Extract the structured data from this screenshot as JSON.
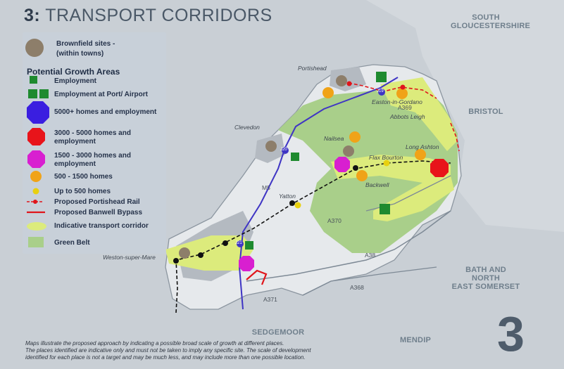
{
  "title": {
    "number": "3:",
    "text": "TRANSPORT CORRIDORS"
  },
  "regions": {
    "south_glos_1": "SOUTH",
    "south_glos_2": "GLOUCESTERSHIRE",
    "bristol": "BRISTOL",
    "banes_1": "BATH AND NORTH",
    "banes_2": "EAST SOMERSET",
    "sedgemoor": "SEDGEMOOR",
    "mendip": "MENDIP"
  },
  "places": {
    "portishead": "Portishead",
    "easton": "Easton-in-Gordano",
    "abbots_leigh": "Abbots Leigh",
    "clevedon": "Clevedon",
    "nailsea": "Nailsea",
    "flax_bourton": "Flax Bourton",
    "long_ashton": "Long Ashton",
    "backwell": "Backwell",
    "yatton": "Yatton",
    "weston": "Weston-super-Mare"
  },
  "roads": {
    "m5": "M5",
    "a369": "A369",
    "a370": "A370",
    "a38": "A38",
    "a368": "A368",
    "a371": "A371",
    "j19": "J19",
    "j20": "J20",
    "j21": "J21"
  },
  "legend": {
    "brownfield_1": "Brownfield sites -",
    "brownfield_2": "(within towns)",
    "growth_heading": "Potential Growth Areas",
    "employment": "Employment",
    "employment_port": "Employment at Port/ Airport",
    "homes_5000": "5000+ homes and employment",
    "homes_3000_1": "3000 - 5000 homes and",
    "homes_3000_2": "employment",
    "homes_1500_1": "1500 - 3000 homes and",
    "homes_1500_2": "employment",
    "homes_500": "500 - 1500 homes",
    "homes_up_500": "Up to 500 homes",
    "rail": "Proposed Portishead Rail",
    "bypass": "Proposed Banwell Bypass",
    "corridor": "Indicative transport corridor",
    "green_belt": "Green Belt"
  },
  "big_number": "3",
  "footer": {
    "line1": "Maps illustrate the proposed approach by indicating a possible broad scale of growth at different places.",
    "line2": "The places identified are indicative only and must not be taken to imply any specific site.  The scale of development",
    "line3": "identified for each place is not a target and may be much less, and may include more than one possible location."
  },
  "colors": {
    "green_belt": "#a9cf8a",
    "corridor": "#dceb7c",
    "employment": "#1e8a2f",
    "homes_5000": "#3a1ee0",
    "homes_3000": "#e8141a",
    "homes_1500": "#d81fd0",
    "homes_500": "#f0a318",
    "homes_up_500": "#e8d010",
    "rail": "#e0151b",
    "motorway": "#3f35c4"
  }
}
